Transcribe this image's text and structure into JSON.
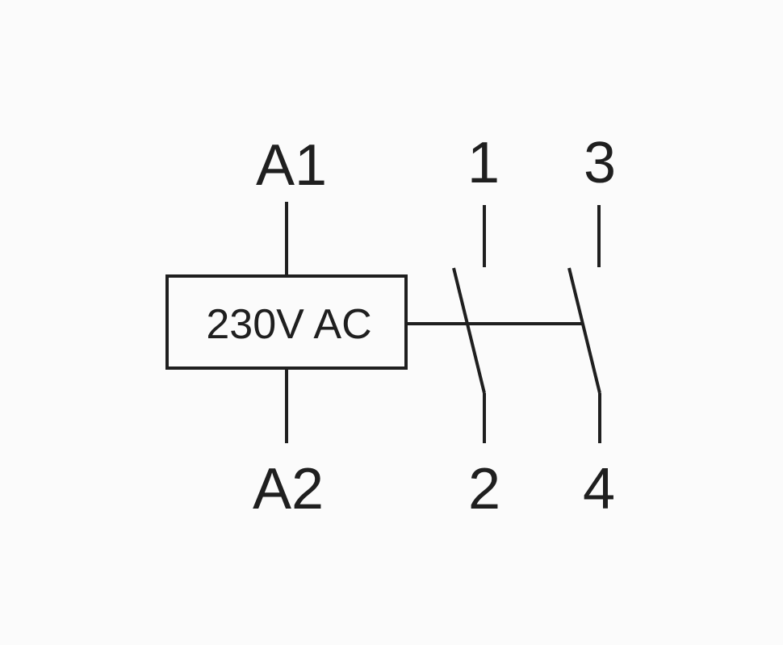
{
  "diagram": {
    "coil": {
      "label": "230V AC",
      "terminal_top": "A1",
      "terminal_bottom": "A2"
    },
    "contacts": [
      {
        "terminal_top": "1",
        "terminal_bottom": "2"
      },
      {
        "terminal_top": "3",
        "terminal_bottom": "4"
      }
    ],
    "colors": {
      "line": "#1f1f1f",
      "background": "#fbfbfb"
    }
  }
}
